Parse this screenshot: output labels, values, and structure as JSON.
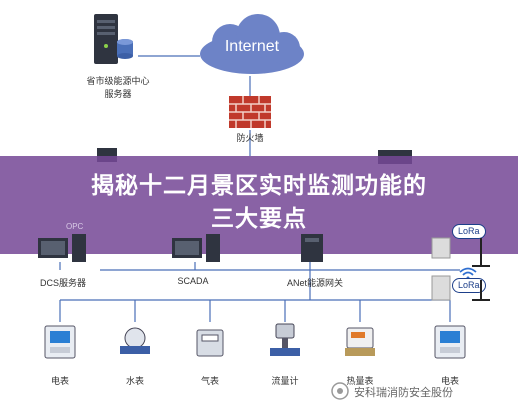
{
  "banner": {
    "title_line1": "揭秘十二月景区实时监测功能的",
    "title_line2": "三大要点"
  },
  "top": {
    "server_label_line1": "省市级能源中心",
    "server_label_line2": "服务器",
    "cloud_label": "Internet",
    "firewall_label": "防火墙"
  },
  "middle": {
    "opc_label": "OPC",
    "dcs_label": "DCS服务器",
    "scada_label": "SCADA",
    "anet_label": "ANet能源网关",
    "lora_label_1": "LoRa",
    "lora_label_2": "LoRa"
  },
  "devices": [
    {
      "label": "电表",
      "icon": "electric-meter"
    },
    {
      "label": "水表",
      "icon": "water-meter"
    },
    {
      "label": "气表",
      "icon": "gas-meter"
    },
    {
      "label": "流量计",
      "icon": "flow-meter"
    },
    {
      "label": "热量表",
      "icon": "heat-meter"
    },
    {
      "label": "电表",
      "icon": "electric-meter"
    }
  ],
  "watermark": "安科瑞消防安全股份",
  "colors": {
    "banner": "#7a4a98",
    "line": "#4a6fb8",
    "cloud": "#6d83c7",
    "brick": "#c0392b"
  }
}
